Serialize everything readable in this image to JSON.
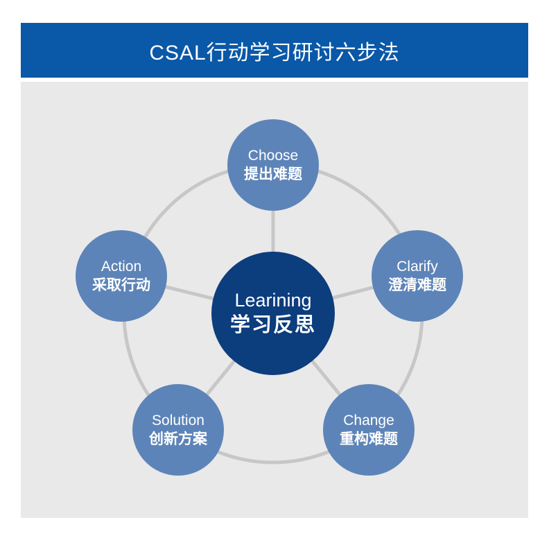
{
  "header": {
    "title": "CSAL行动学习研讨六步法"
  },
  "diagram": {
    "center": {
      "en": "Learining",
      "zh": "学习反思"
    },
    "nodes": [
      {
        "en": "Choose",
        "zh": "提出难题"
      },
      {
        "en": "Clarify",
        "zh": "澄清难题"
      },
      {
        "en": "Change",
        "zh": "重构难题"
      },
      {
        "en": "Solution",
        "zh": "创新方案"
      },
      {
        "en": "Action",
        "zh": "采取行动"
      }
    ]
  },
  "colors": {
    "header_bg": "#0a58a8",
    "canvas_bg": "#e9e9ea",
    "node_fill": "#5d84b8",
    "center_fill": "#0c3d7d",
    "connector": "#c7c7c7"
  }
}
